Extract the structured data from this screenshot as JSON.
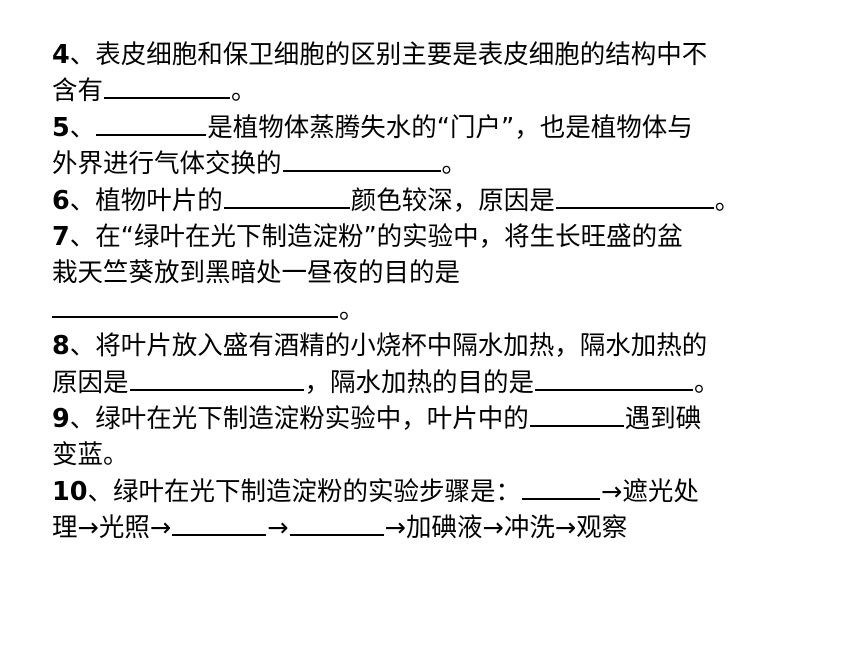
{
  "questions": {
    "q4": {
      "num": "4",
      "line1": "、表皮细胞和保卫细胞的区别主要是表皮细胞的结构中不",
      "line2_a": "含有",
      "line2_end": "。"
    },
    "q5": {
      "num": "5",
      "line1_a": "、",
      "line1_b": "是植物体蒸腾失水的“门户”，也是植物体与",
      "line2_a": "外界进行气体交换的",
      "line2_end": "。"
    },
    "q6": {
      "num": "6",
      "line_a": "、植物叶片的",
      "line_b": "颜色较深，原因是",
      "line_end": "。"
    },
    "q7": {
      "num": "7",
      "line1": "、在“绿叶在光下制造淀粉”的实验中，将生长旺盛的盆",
      "line2": "栽天竺葵放到黑暗处一昼夜的目的是",
      "line3_end": "。"
    },
    "q8": {
      "num": "8",
      "line1": "、将叶片放入盛有酒精的小烧杯中隔水加热，隔水加热的",
      "line2_a": "原因是",
      "line2_b": "，隔水加热的目的是",
      "line2_end": "。"
    },
    "q9": {
      "num": "9",
      "line1_a": "、绿叶在光下制造淀粉实验中，叶片中的",
      "line1_b": "遇到碘",
      "line2": "变蓝。"
    },
    "q10": {
      "num": "10",
      "line1_a": "、绿叶在光下制造淀粉的实验步骤是：",
      "line1_b": "→遮光处",
      "line2_a": "理→光照→",
      "line2_b": "→",
      "line2_c": "→加碘液→冲洗→观察"
    }
  }
}
